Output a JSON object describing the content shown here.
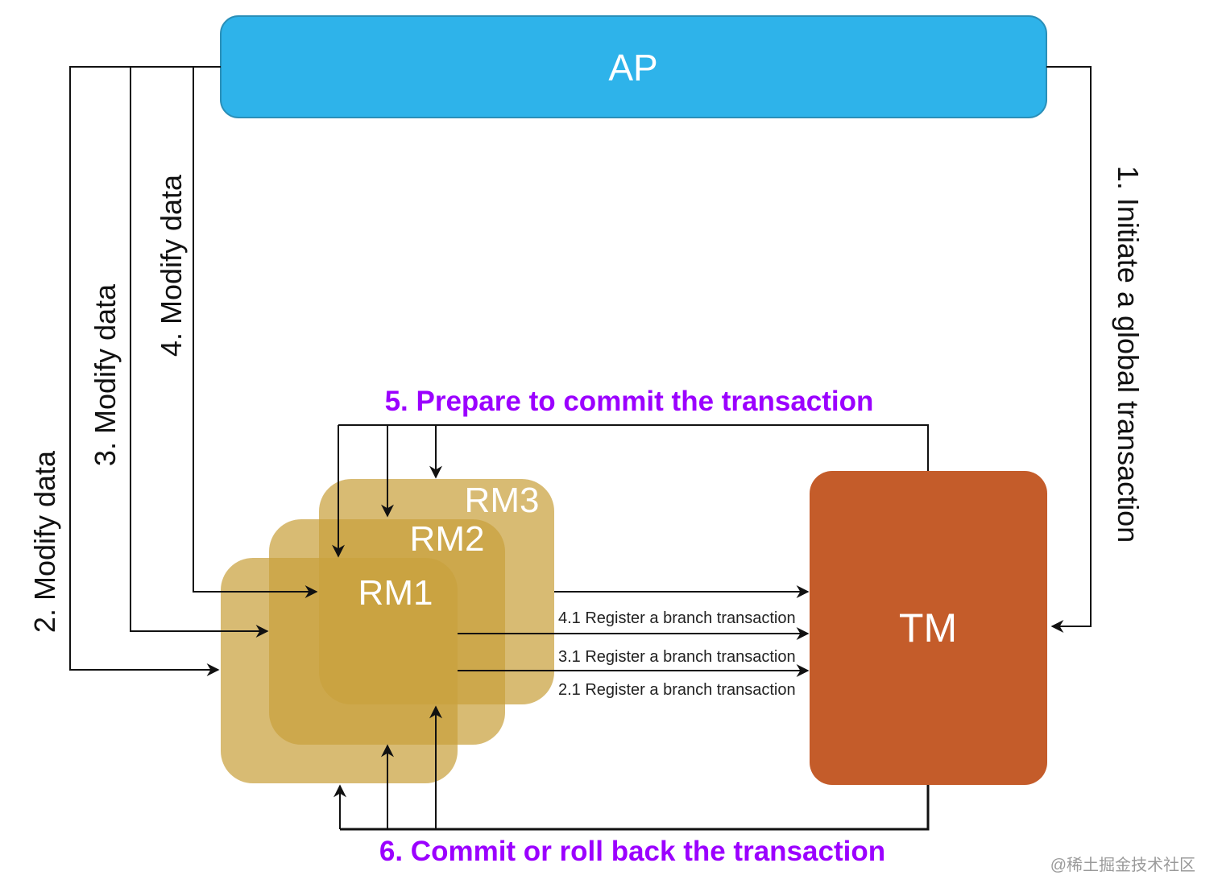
{
  "nodes": {
    "ap": "AP",
    "tm": "TM",
    "rm1": "RM1",
    "rm2": "RM2",
    "rm3": "RM3"
  },
  "edges": {
    "initiate": "1. Initiate a global transaction",
    "modify2": "2. Modify data",
    "modify3": "3. Modify data",
    "modify4": "4. Modify data",
    "register41": "4.1 Register a branch transaction",
    "register31": "3.1 Register a branch transaction",
    "register21": "2.1 Register a branch transaction",
    "prepare": "5. Prepare to commit the transaction",
    "commit": "6. Commit or roll back the transaction"
  },
  "watermark": "@稀土掘金技术社区",
  "colors": {
    "ap_fill": "#2eb3ea",
    "tm_fill": "#c45c2a",
    "rm_fill": "#c9a13d",
    "phase_text": "#9b00ff",
    "line": "#111111"
  }
}
